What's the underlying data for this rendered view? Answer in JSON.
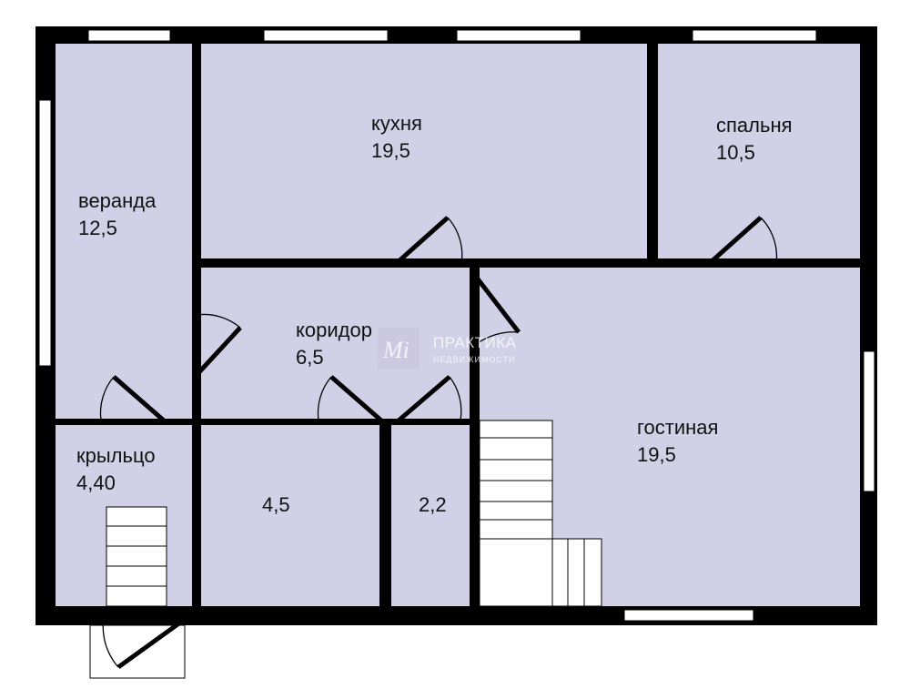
{
  "colors": {
    "wall": "#000000",
    "room_fill": "#d2d0e6",
    "window": "#ffffff",
    "background": "#ffffff"
  },
  "rooms": {
    "veranda": {
      "name": "веранда",
      "area": "12,5"
    },
    "kitchen": {
      "name": "кухня",
      "area": "19,5"
    },
    "bedroom": {
      "name": "спальня",
      "area": "10,5"
    },
    "corridor": {
      "name": "коридор",
      "area": "6,5"
    },
    "porch": {
      "name": "крыльцо",
      "area": "4,40"
    },
    "room_small": {
      "area": "4,5"
    },
    "closet": {
      "area": "2,2"
    },
    "living": {
      "name": "гостиная",
      "area": "19,5"
    }
  },
  "watermark": {
    "title": "ПРАКТИКА",
    "subtitle": "НЕДВИЖИМОСТИ",
    "logo_icon": "praktika-logo-icon"
  }
}
